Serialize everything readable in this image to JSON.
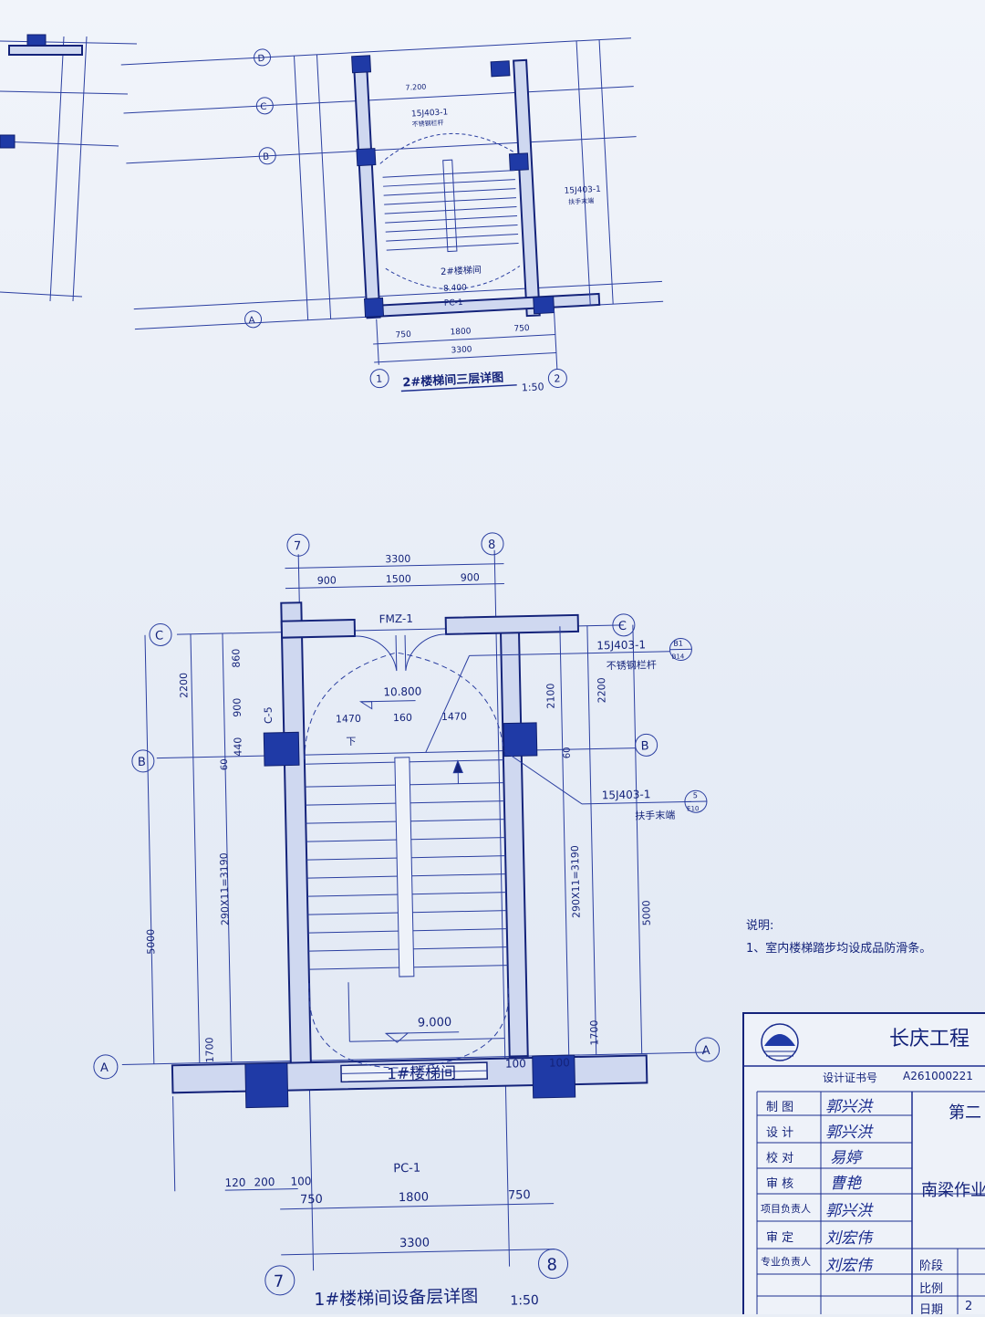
{
  "upper_plan": {
    "title": "2#楼梯间三层详图",
    "scale": "1:50",
    "axes": {
      "col_left": "1",
      "col_right": "2",
      "rows": [
        "D",
        "C",
        "B",
        "A"
      ]
    },
    "dims_bottom": [
      "750",
      "1800",
      "750"
    ],
    "dim_total": "3300",
    "door_label": "PC-1",
    "level": "8.400",
    "room": "2#楼梯间",
    "ref_1": "15J403-1",
    "ref_1_note": "不锈钢栏杆",
    "ref_2": "15J403-1",
    "ref_2_note": "扶手末端",
    "level_top": "7.200"
  },
  "main_plan": {
    "title": "1#楼梯间设备层详图",
    "scale": "1:50",
    "axis_left": "7",
    "axis_right": "8",
    "row_labels": [
      "C",
      "B",
      "A"
    ],
    "dims_top": [
      "900",
      "1500",
      "900"
    ],
    "dim_total": "3300",
    "door_top": "FMZ-1",
    "window_bottom": "PC-1",
    "window_left": "C-5",
    "level_top": "10.800",
    "level_bottom": "9.000",
    "room": "1#楼梯间",
    "dims_flight": [
      "1470",
      "160",
      "1470"
    ],
    "down_label": "下",
    "left_dims": {
      "a": "860",
      "b": "900",
      "c": "440",
      "d": "60",
      "flight": "290X11=3190",
      "bottom": "1700",
      "outer_top": "2200",
      "outer": "5000"
    },
    "right_dims": {
      "top": "2100",
      "d": "60",
      "flight": "290X11=3190",
      "bottom": "1700",
      "outer_top": "2200",
      "outer": "5000"
    },
    "bottom_dims_small": [
      "120",
      "200",
      "100"
    ],
    "bottom_dims": [
      "750",
      "1800",
      "750"
    ],
    "bottom_total": "3300",
    "corner_dims": [
      "100",
      "100"
    ],
    "ref_1": {
      "code": "15J403-1",
      "sheet_top": "B1",
      "sheet_bottom": "B14",
      "note": "不锈钢栏杆"
    },
    "ref_2": {
      "code": "15J403-1",
      "sheet_top": "5",
      "sheet_bottom": "E10",
      "note": "扶手末端"
    }
  },
  "notes": {
    "heading": "说明:",
    "item_1": "1、室内楼梯踏步均设成品防滑条。"
  },
  "title_block": {
    "company": "长庆工程",
    "cert_label": "设计证书号",
    "cert_no": "A261000221",
    "project_1": "第二",
    "project_2": "南梁作业",
    "rows": [
      "制 图",
      "设 计",
      "校 对",
      "审 核",
      "项目负责人",
      "审 定",
      "专业负责人"
    ],
    "signatures": [
      "郭兴洪",
      "郭兴洪",
      "易婷",
      "曹艳",
      "郭兴洪",
      "刘宏伟",
      "刘宏伟"
    ],
    "stage_label": "阶段",
    "scale_label": "比例",
    "date_label": "日期",
    "date_value": "2"
  },
  "colors": {
    "ink": "#1b2d8f",
    "column": "#1f3aa6",
    "paper": "#eef2f9"
  }
}
